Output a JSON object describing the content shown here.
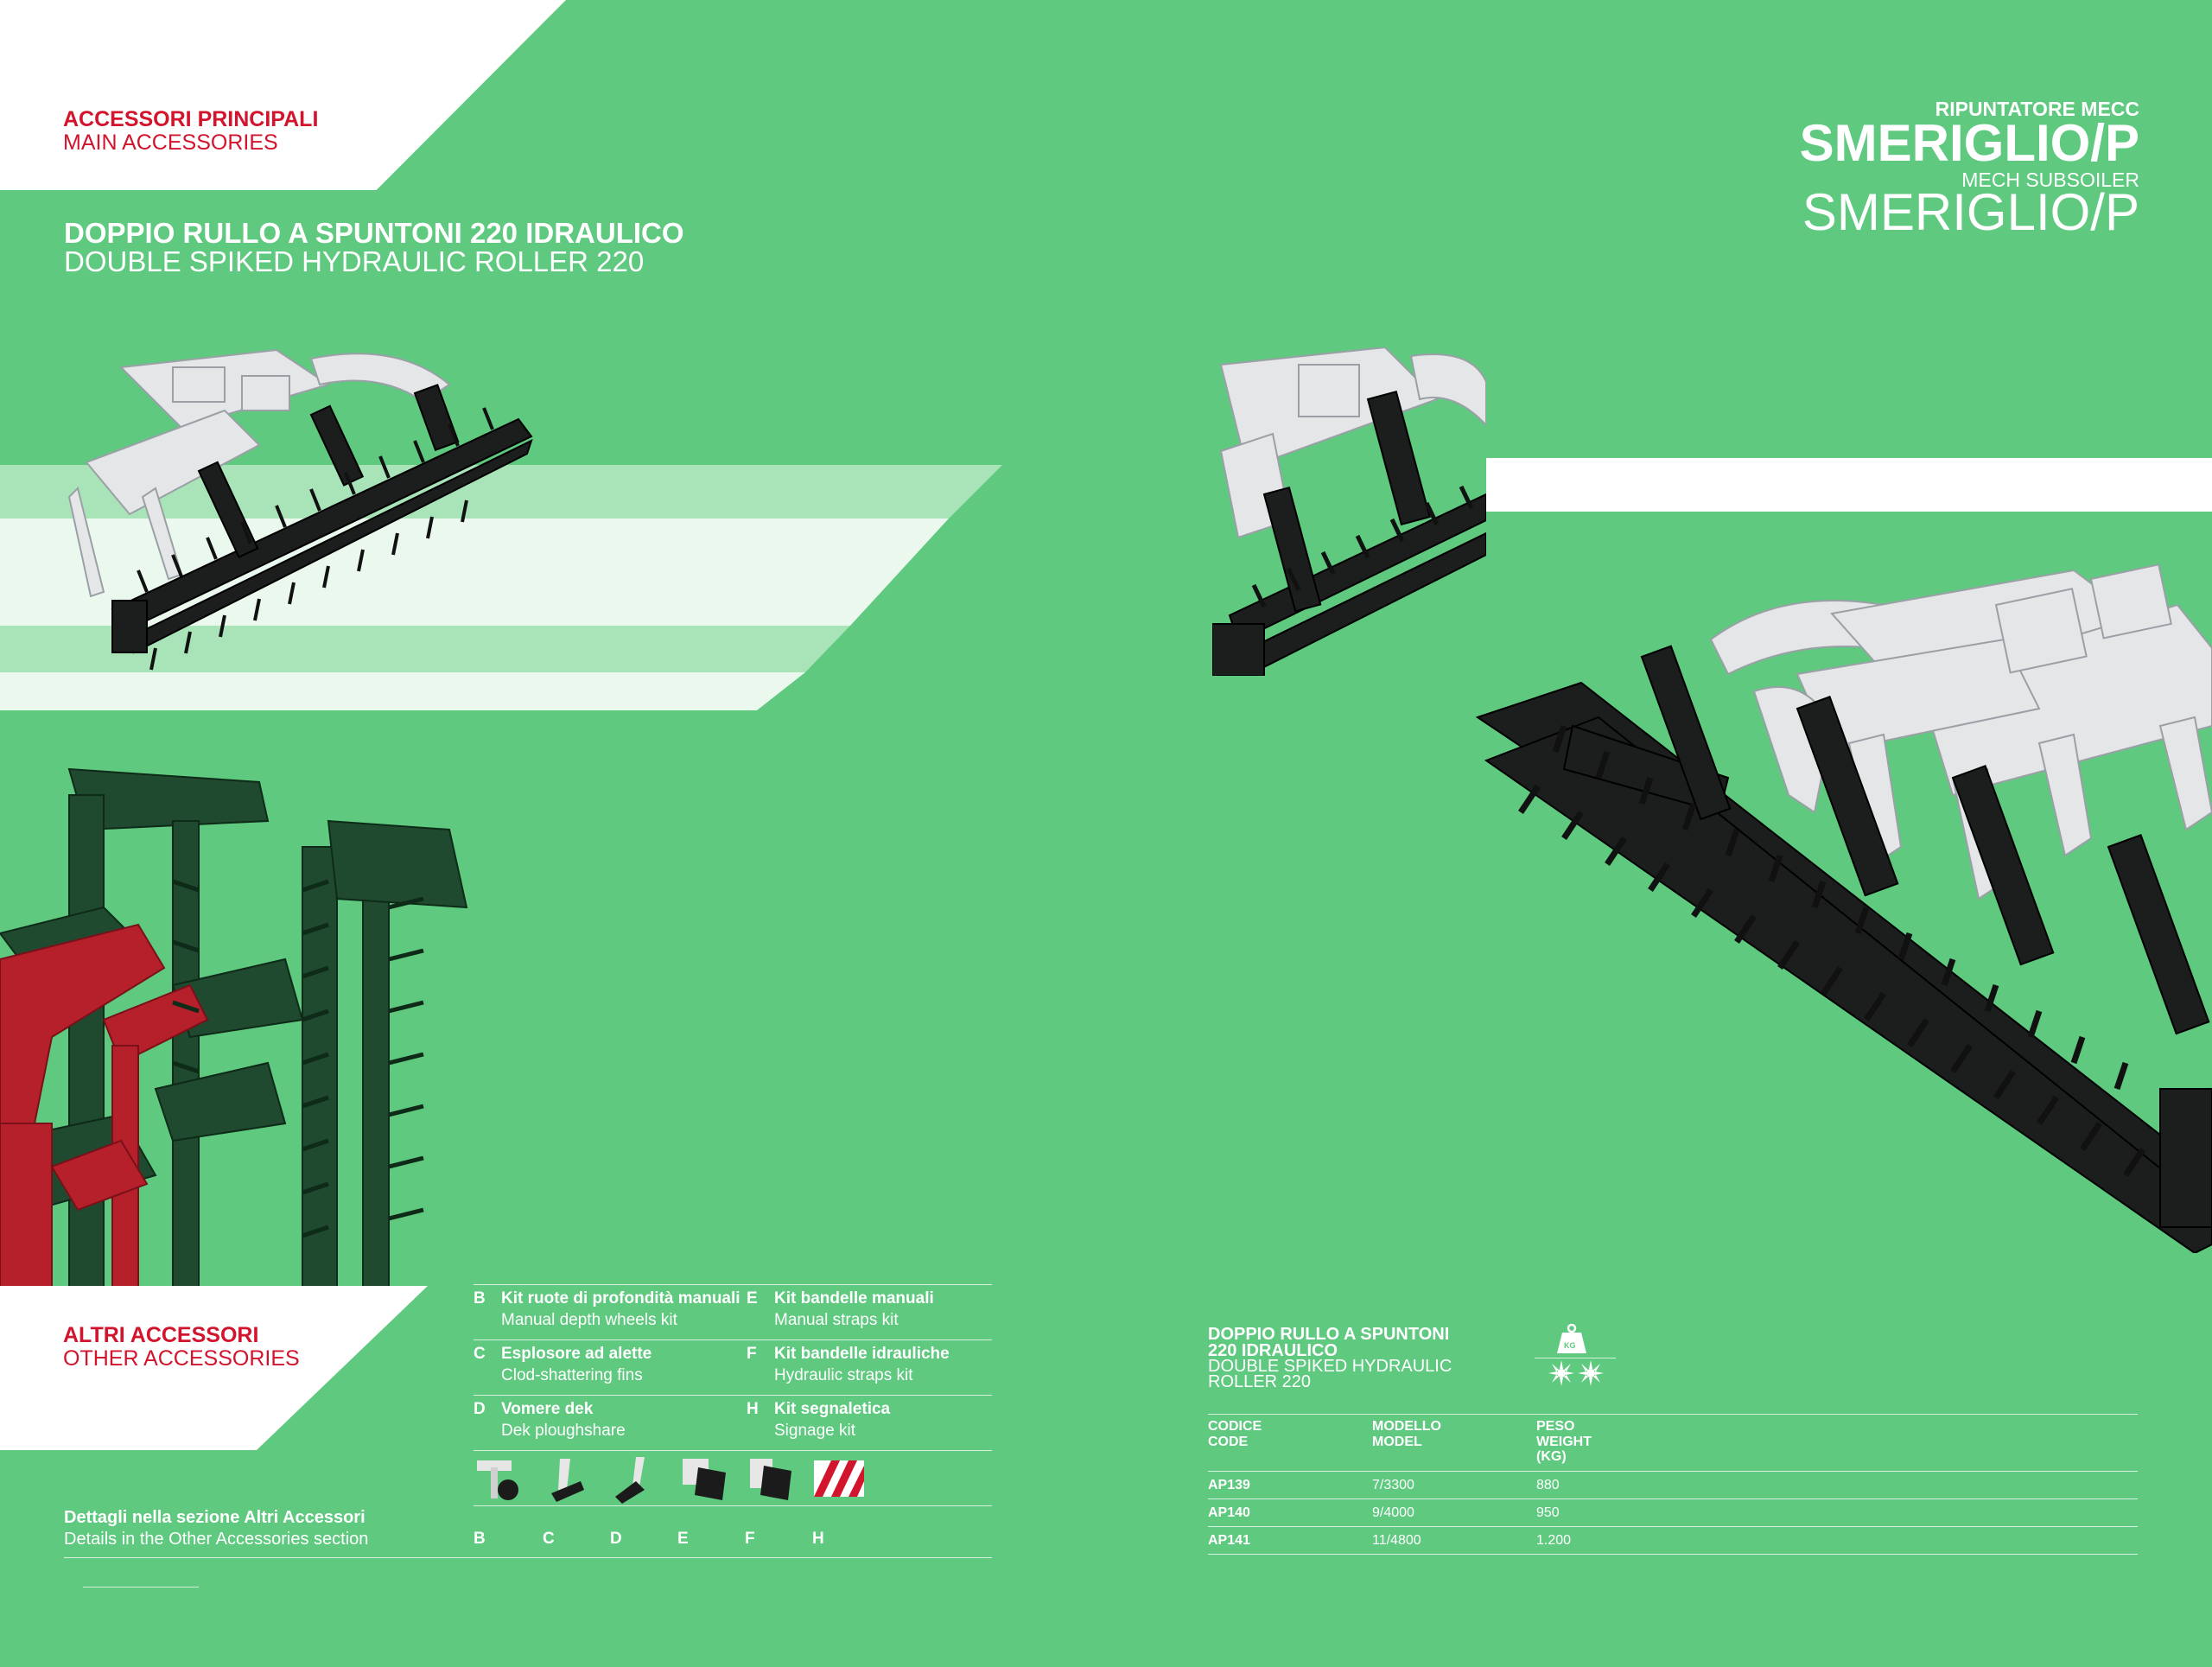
{
  "left": {
    "main_acc": {
      "title": "ACCESSORI PRINCIPALI",
      "subtitle": "MAIN ACCESSORIES"
    },
    "product": {
      "title": "DOPPIO RULLO A SPUNTONI 220 IDRAULICO",
      "subtitle": "DOUBLE SPIKED HYDRAULIC ROLLER 220"
    },
    "other_acc": {
      "title": "ALTRI ACCESSORI",
      "subtitle": "OTHER ACCESSORIES"
    },
    "accessories": [
      {
        "letter": "B",
        "title": "Kit ruote di profondità manuali",
        "sub": "Manual depth wheels kit"
      },
      {
        "letter": "E",
        "title": "Kit bandelle manuali",
        "sub": "Manual straps kit"
      },
      {
        "letter": "C",
        "title": "Esplosore ad alette",
        "sub": "Clod-shattering fins"
      },
      {
        "letter": "F",
        "title": "Kit bandelle idrauliche",
        "sub": "Hydraulic straps kit"
      },
      {
        "letter": "D",
        "title": "Vomere dek",
        "sub": "Dek ploughshare"
      },
      {
        "letter": "H",
        "title": "Kit segnaletica",
        "sub": "Signage kit"
      }
    ],
    "details": {
      "title": "Dettagli nella sezione Altri Accessori",
      "sub": "Details in the Other Accessories section"
    },
    "thumb_labels": [
      "B",
      "C",
      "D",
      "E",
      "F",
      "H"
    ]
  },
  "right": {
    "brand": {
      "line1": "RIPUNTATORE MECC",
      "line2": "SMERIGLIO/P",
      "line3": "MECH SUBSOILER",
      "line4": "SMERIGLIO/P"
    },
    "spec": {
      "title1": "DOPPIO RULLO A SPUNTONI",
      "title2": "220 IDRAULICO",
      "sub1": "DOUBLE SPIKED HYDRAULIC",
      "sub2": "ROLLER 220",
      "kg_label": "KG",
      "headers": [
        {
          "l1": "CODICE",
          "l2": "CODE",
          "l3": ""
        },
        {
          "l1": "MODELLO",
          "l2": "MODEL",
          "l3": ""
        },
        {
          "l1": "PESO",
          "l2": "WEIGHT",
          "l3": "(KG)"
        }
      ],
      "rows": [
        {
          "code": "AP139",
          "model": "7/3300",
          "weight": "880"
        },
        {
          "code": "AP140",
          "model": "9/4000",
          "weight": "950"
        },
        {
          "code": "AP141",
          "model": "11/4800",
          "weight": "1.200"
        }
      ]
    }
  },
  "colors": {
    "background": "#5ec97f",
    "accent_red": "#d2142d",
    "white": "#ffffff"
  }
}
